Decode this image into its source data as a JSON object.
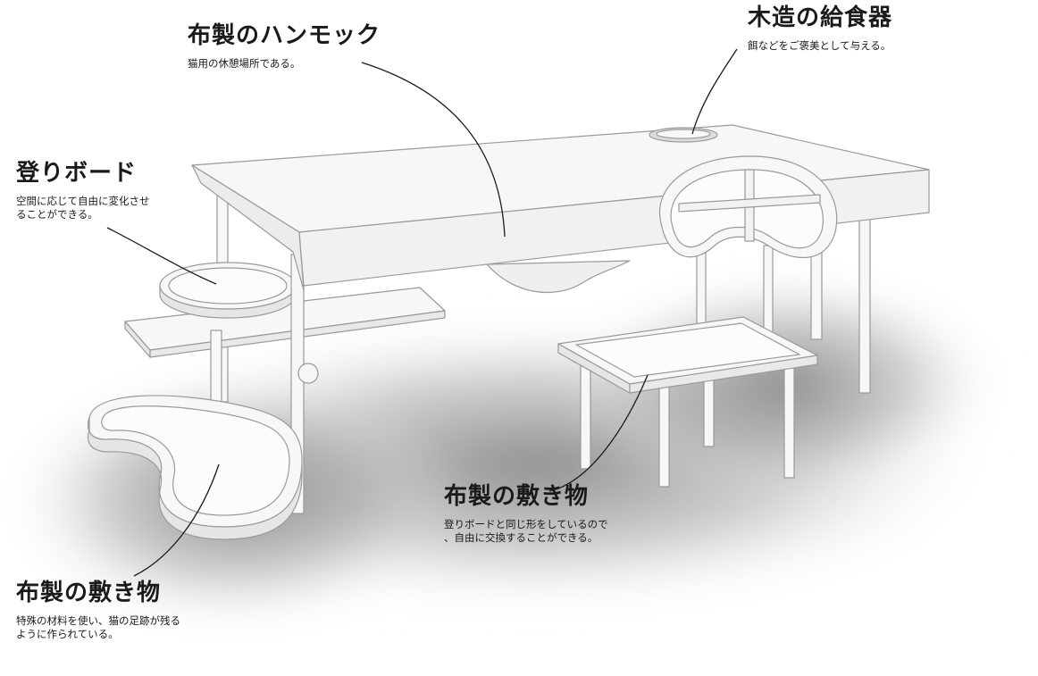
{
  "annotations": {
    "hammock": {
      "title": "布製のハンモック",
      "lines": [
        "猫用の休憩場所である。"
      ]
    },
    "feeder": {
      "title": "木造の給食器",
      "lines": [
        "餌などをご褒美として与える。"
      ]
    },
    "climbing_board": {
      "title": "登りボード",
      "lines": [
        "空間に応じて自由に変化させ",
        "ることができる。"
      ]
    },
    "mat_right": {
      "title": "布製の敷き物",
      "lines": [
        "登りボードと同じ形をしているので",
        "、自由に交換することができる。"
      ]
    },
    "mat_left": {
      "title": "布製の敷き物",
      "lines": [
        "特殊の材料を使い、猫の足跡が残る",
        "ように作られている。"
      ]
    }
  },
  "colors": {
    "furniture_fill": "#f7f7f7",
    "furniture_stroke": "#9a9a9a",
    "shadow": "#8a8a8a",
    "leader_line": "#1a1a1a",
    "text": "#1a1a1a"
  }
}
